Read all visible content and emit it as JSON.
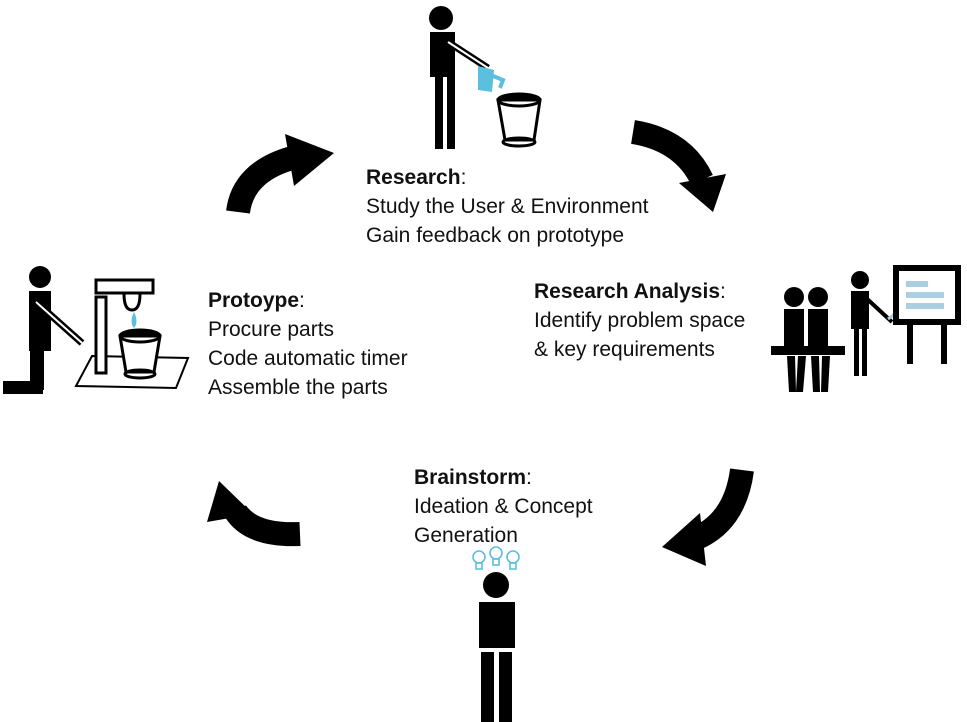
{
  "colors": {
    "ink": "#000000",
    "accent": "#5BC0DE",
    "panel": "#A9CFE0",
    "background": "#FFFFFF"
  },
  "stages": {
    "research": {
      "title": "Research",
      "colon": ":",
      "lines": [
        "Study the User & Environment",
        "Gain feedback on prototype"
      ]
    },
    "analysis": {
      "title": "Research Analysis",
      "colon": ":",
      "lines": [
        "Identify problem space",
        "& key requirements"
      ]
    },
    "brainstorm": {
      "title": "Brainstorm",
      "colon": ":",
      "lines": [
        "Ideation & Concept",
        "Generation"
      ]
    },
    "prototype": {
      "title": "Protoype",
      "colon": ":",
      "lines": [
        "Procure parts",
        "Code automatic timer",
        "Assemble the parts"
      ]
    }
  },
  "icons": {
    "research": "person-watering-plant-icon",
    "analysis": "people-presentation-icon",
    "brainstorm": "person-lightbulbs-icon",
    "prototype": "person-watering-machine-icon",
    "cycle": "curved-arrow-icon"
  }
}
